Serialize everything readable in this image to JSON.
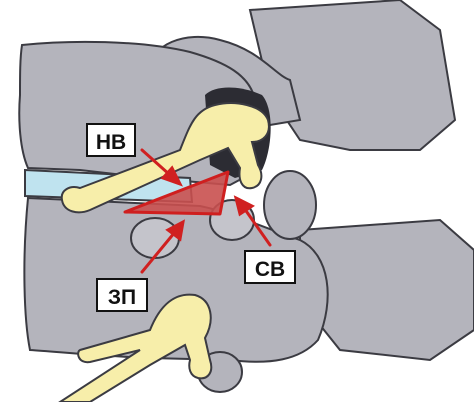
{
  "labels": {
    "hv": "НВ",
    "sv": "СВ",
    "zp": "ЗП"
  },
  "colors": {
    "bone": "#b4b4bc",
    "bone_dark": "#9a9aa3",
    "bone_outline": "#3b3b42",
    "nerve": "#f7eeaa",
    "disc": "#bfe3ef",
    "zone_fill": "#c9504f",
    "zone_stroke": "#cf1f1f",
    "arrow": "#d02020"
  }
}
